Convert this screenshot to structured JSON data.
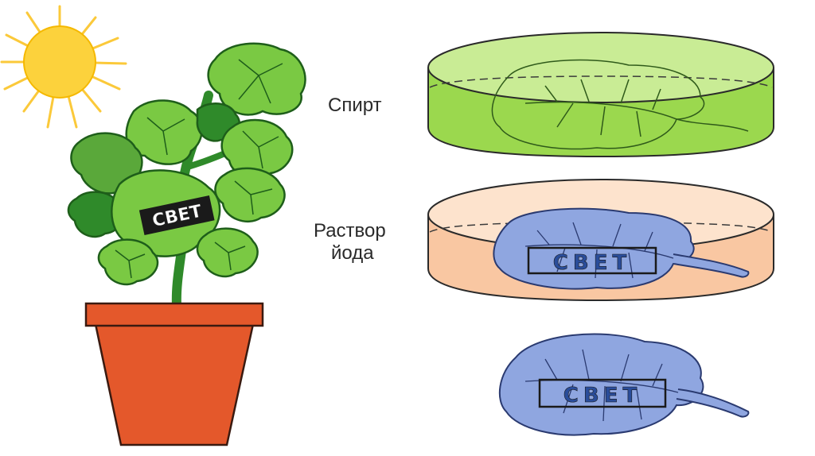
{
  "labels": {
    "alcohol": "Спирт",
    "iodine_line1": "Раствор",
    "iodine_line2": "йода"
  },
  "stamp": {
    "plant": "СВЕТ",
    "iodine_leaf": "СВЕТ",
    "final_leaf": "СВЕТ"
  },
  "colors": {
    "sun": "#fcd23c",
    "sun_rays": "#fbc93a",
    "leaf_green": "#7ac943",
    "leaf_dark": "#2f8a2a",
    "pot": "#e4582b",
    "alcohol_liquid": "#9bd84e",
    "iodine_liquid": "#f9c7a2",
    "blue_leaf": "#8fa6e0",
    "stamp_text": "#2a4d9a"
  }
}
